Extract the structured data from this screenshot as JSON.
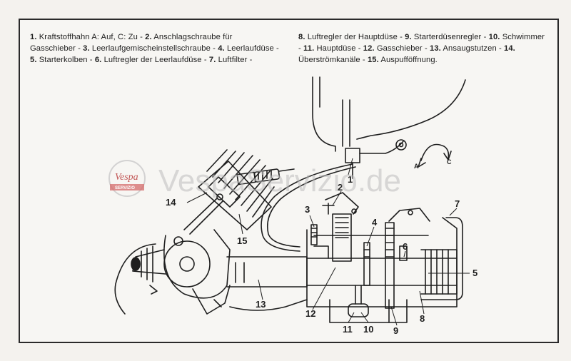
{
  "legend": {
    "col1": [
      {
        "num": "1.",
        "text": "Kraftstoffhahn A: Auf, C: Zu"
      },
      {
        "num": "2.",
        "text": "Anschlagschraube für Gasschieber"
      },
      {
        "num": "3.",
        "text": "Leerlaufgemischeinstellschraube"
      },
      {
        "num": "4.",
        "text": "Leerlaufdüse"
      },
      {
        "num": "5.",
        "text": "Starterkolben"
      },
      {
        "num": "6.",
        "text": "Luftregler der Leerlaufdüse"
      },
      {
        "num": "7.",
        "text": "Luftfilter"
      }
    ],
    "col2": [
      {
        "num": "8.",
        "text": "Luftregler der Hauptdüse"
      },
      {
        "num": "9.",
        "text": "Starterdüsenregler"
      },
      {
        "num": "10.",
        "text": "Schwimmer"
      },
      {
        "num": "11.",
        "text": "Hauptdüse"
      },
      {
        "num": "12.",
        "text": "Gasschieber"
      },
      {
        "num": "13.",
        "text": "Ansaugstutzen"
      },
      {
        "num": "14.",
        "text": "Überströmkanäle"
      },
      {
        "num": "15.",
        "text": "Auspufföffnung"
      }
    ]
  },
  "callouts": {
    "n1": "1",
    "n2": "2",
    "n3": "3",
    "n4": "4",
    "n5": "5",
    "n6": "6",
    "n7": "7",
    "n8": "8",
    "n9": "9",
    "n10": "10",
    "n11": "11",
    "n12": "12",
    "n13": "13",
    "n14": "14",
    "n15": "15"
  },
  "valve_directions": {
    "a": "A",
    "c": "C"
  },
  "watermark": {
    "text": "VespaServizio.de",
    "logo_script": "Vespa",
    "logo_band": "SERVIZIO"
  },
  "colors": {
    "ink": "#1e1e1e",
    "paper": "#f7f6f3",
    "logo_red": "#b02020",
    "watermark": "#bdbdbd"
  }
}
